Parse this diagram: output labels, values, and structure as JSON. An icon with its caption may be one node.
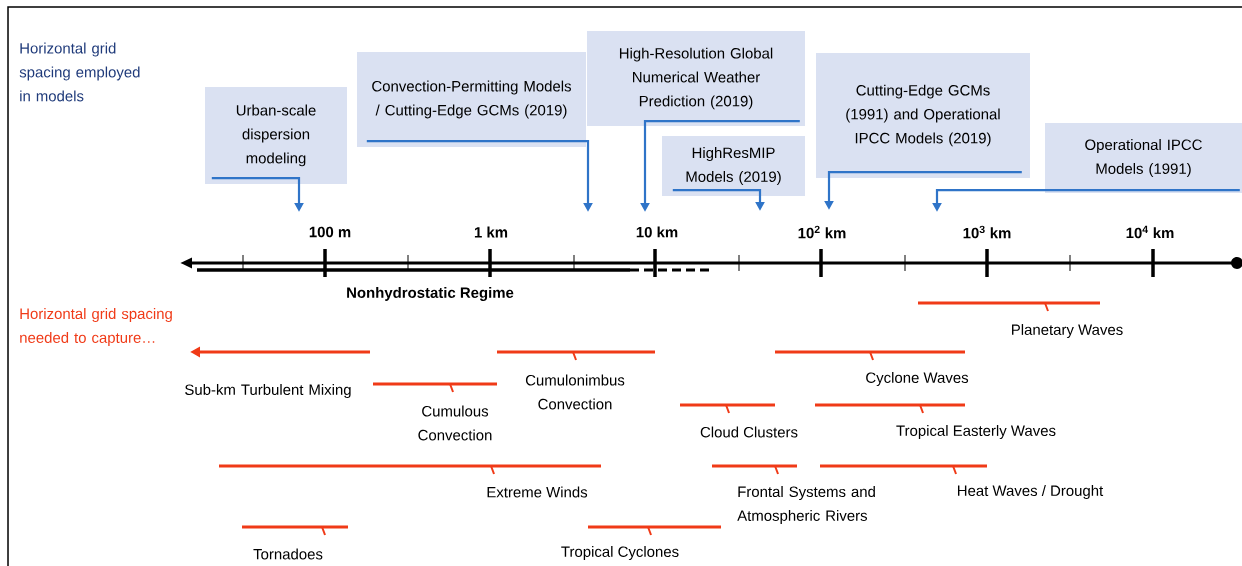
{
  "diagram": {
    "nodes": [
      {
        "text": [
          "Urban-scale dispersion modeling"
        ]
      },
      {
        "text": [
          "Convection-Permitting Models / Cutting-Edge GCMs (2019)"
        ]
      },
      {
        "text": [
          "High-Resolution Global Numerical Weather Prediction (2019)"
        ]
      },
      {
        "text": [
          "HighResMIP Models (2019)"
        ]
      },
      {
        "text": [
          "Cutting-Edge GCMs (1991) and Operational IPCC Models (2019)"
        ]
      },
      {
        "text": [
          "Operational IPCC Models (1991)"
        ]
      }
    ],
    "edges": [
      {
        "from": 0,
        "to": null,
        "arrow": "to"
      },
      {
        "from": 1,
        "to": null,
        "arrow": "to"
      },
      {
        "from": 2,
        "to": null,
        "arrow": "to"
      },
      {
        "from": 3,
        "to": null,
        "arrow": "to"
      },
      {
        "from": 4,
        "to": null,
        "arrow": "to"
      },
      {
        "from": 5,
        "to": null,
        "arrow": "to"
      }
    ],
    "labels": [
      "Horizontal grid spacing employed in models",
      "100 m",
      "1 km",
      "10 km",
      "10$^{2}$ km",
      "10$^{3}$ km",
      "10$^{4}$ km",
      "Nonhydrostatic Regime",
      "Horizontal grid spacing needed to capture…",
      "Planetary Waves",
      "Sub-km Turbulent Mixing",
      "Cumulonimbus Convection",
      "Cyclone Waves",
      "Cumulous Convection",
      "Cloud Clusters",
      "Tropical Easterly Waves",
      "Extreme Winds",
      "Frontal Systems and Atmospheric Rivers",
      "Heat Waves / Drought",
      "Tornadoes",
      "Tropical Cyclones"
    ]
  }
}
